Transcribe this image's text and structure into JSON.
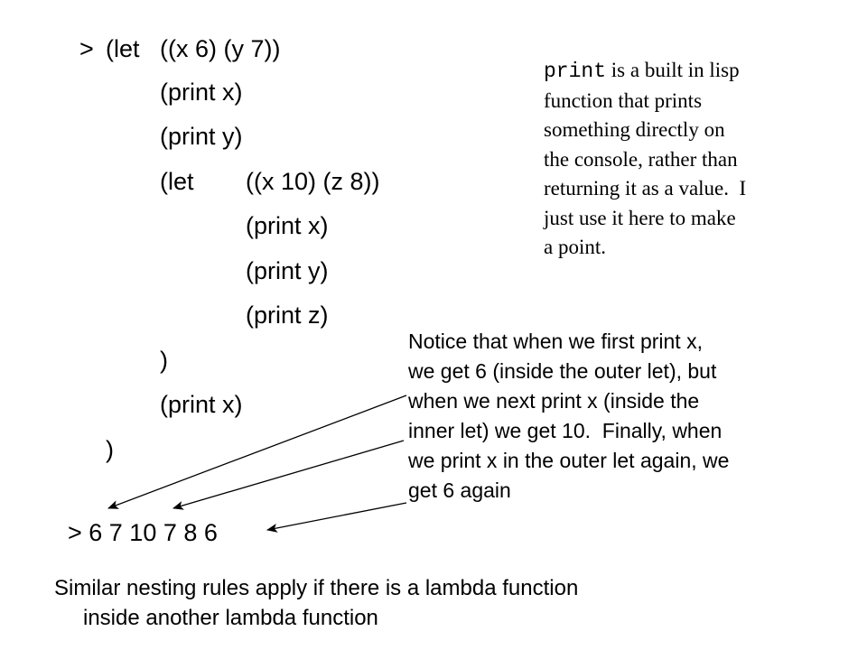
{
  "code": {
    "prompt": ">",
    "let_outer": "(let",
    "bindings_outer": "((x 6) (y 7))",
    "print_x_1": "(print x)",
    "print_y_1": "(print y)",
    "let_inner": "(let",
    "bindings_inner": "((x 10) (z 8))",
    "print_x_2": "(print x)",
    "print_y_2": "(print y)",
    "print_z": "(print z)",
    "close_inner": ")",
    "print_x_3": "(print x)",
    "close_outer": ")"
  },
  "note_print": {
    "keyword": "print",
    "line1_rest": " is a built in lisp",
    "line2": "function that prints",
    "line3": "something directly on",
    "line4": "the console, rather than",
    "line5": "returning it as a value.  I",
    "line6": "just use it here to make",
    "line7": "a point."
  },
  "note_notice": {
    "line1": "Notice that when we first print x,",
    "line2": "we get 6 (inside the outer let), but",
    "line3": "when we next print x (inside the",
    "line4": "inner let) we get 10.  Finally, when",
    "line5": "we print x in the outer let again, we",
    "line6": "get 6 again"
  },
  "output": {
    "text": "> 6 7 10 7 8 6"
  },
  "bottom_note": {
    "line1": "Similar nesting rules apply if there is a lambda function",
    "line2": "inside another lambda function"
  }
}
